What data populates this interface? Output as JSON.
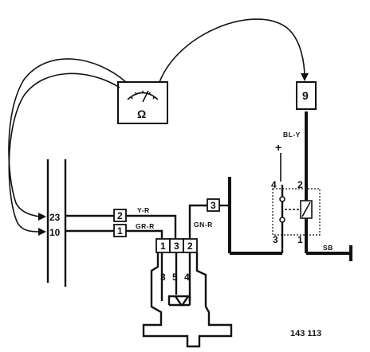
{
  "meter": {
    "symbol": "Ω"
  },
  "connector_left": {
    "pin_upper": "23",
    "pin_lower": "10"
  },
  "terminals": {
    "t2": "2",
    "t1": "1",
    "c1": "1",
    "c3": "3",
    "c2": "2",
    "g3": "3"
  },
  "wires": {
    "y_r": "Y-R",
    "gr_r": "GR-R",
    "gn_r": "GN-R",
    "bl_y": "BL-Y",
    "sb": "SB"
  },
  "relay": {
    "pin4": "4",
    "pin2": "2",
    "pin3": "3",
    "pin1": "1",
    "plus": "+"
  },
  "component9": {
    "label": "9"
  },
  "switch_body": {
    "pin3": "3",
    "pin5": "5",
    "pin4": "4"
  },
  "figure_number": "143 113"
}
